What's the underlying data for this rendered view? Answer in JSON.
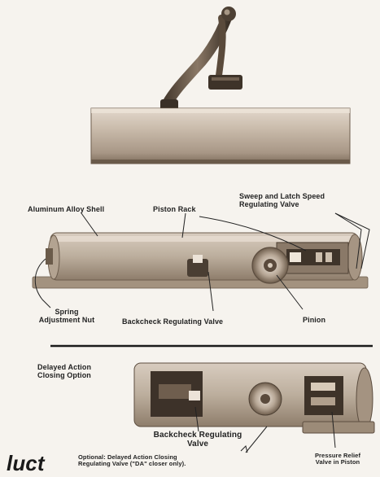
{
  "labels": {
    "aluminum_shell": "Aluminum Alloy Shell",
    "piston_rack": "Piston Rack",
    "sweep_latch": "Sweep and Latch Speed\nRegulating Valve",
    "spring_adjust": "Spring\nAdjustment Nut",
    "backcheck_top": "Backcheck Regulating Valve",
    "pinion": "Pinion",
    "delayed_action": "Delayed Action\nClosing Option",
    "backcheck_bottom": "Backcheck Regulating\nValve",
    "optional_da": "Optional: Delayed Action Closing\nRegulating Valve (\"DA\" closer only).",
    "pressure_relief": "Pressure Relief\nValve in Piston",
    "fragment": "luct"
  },
  "colors": {
    "metal_dark": "#6b5a49",
    "metal_mid": "#9a8a78",
    "metal_light": "#cdbfae",
    "ink": "#222222"
  }
}
